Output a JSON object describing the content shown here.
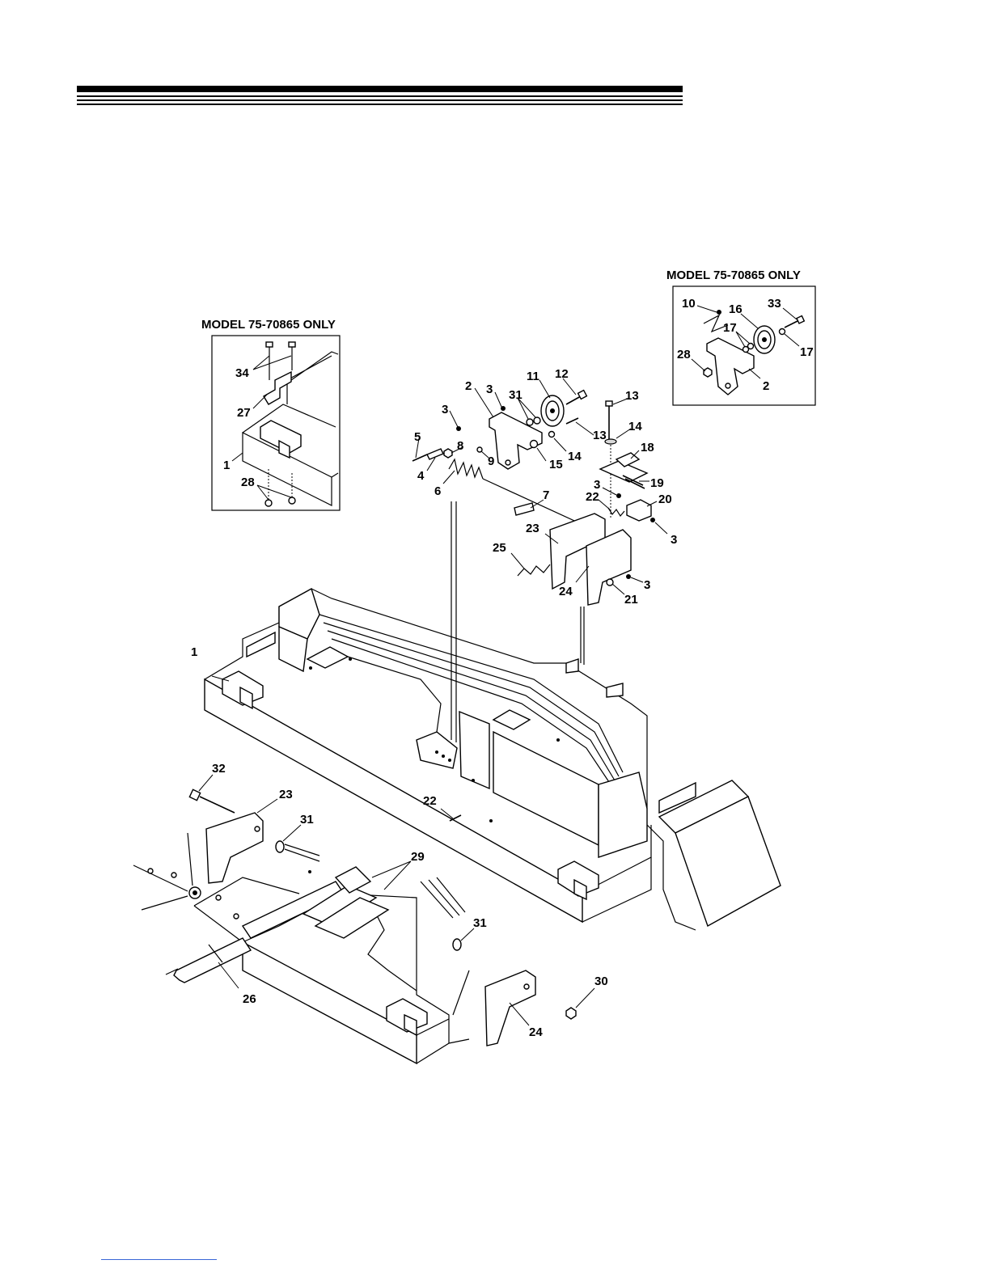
{
  "inset_left": {
    "title": "MODEL 75-70865 ONLY",
    "callouts": [
      "34",
      "27",
      "1",
      "28"
    ]
  },
  "inset_right": {
    "title": "MODEL 75-70865 ONLY",
    "callouts": [
      "10",
      "16",
      "33",
      "17",
      "28",
      "17",
      "2"
    ]
  },
  "main_callouts": [
    "2",
    "3",
    "11",
    "12",
    "3",
    "31",
    "13",
    "5",
    "8",
    "9",
    "14",
    "13",
    "15",
    "14",
    "18",
    "4",
    "6",
    "19",
    "7",
    "3",
    "22",
    "20",
    "23",
    "3",
    "25",
    "24",
    "21",
    "3",
    "1",
    "32",
    "23",
    "22",
    "31",
    "29",
    "31",
    "26",
    "30",
    "24"
  ],
  "colors": {
    "line": "#000000",
    "footer_rule": "#3a66d6"
  }
}
